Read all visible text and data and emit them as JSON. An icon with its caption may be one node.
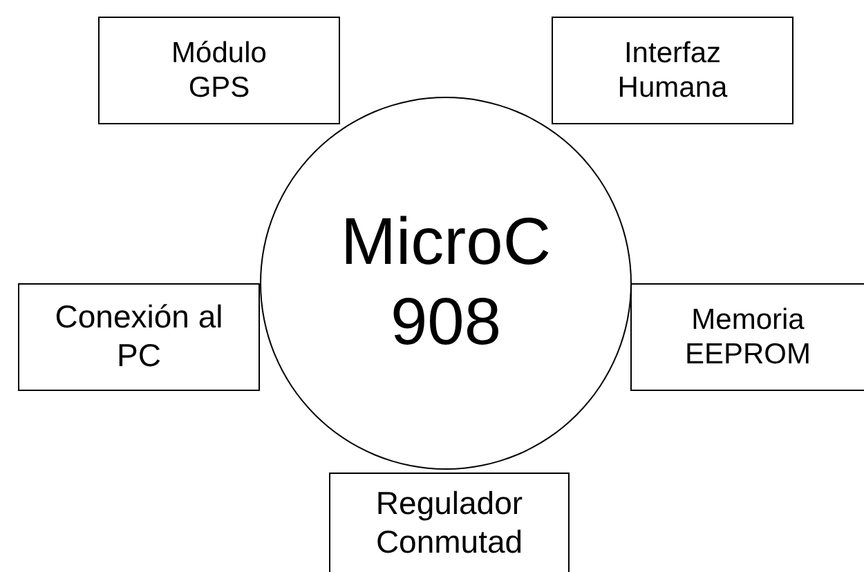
{
  "diagram": {
    "nodes": [
      {
        "text": [
          "Módulo GPS"
        ]
      },
      {
        "text": [
          "Interfaz Humana"
        ]
      },
      {
        "text": [
          "MicroC 908"
        ]
      },
      {
        "text": [
          "Conexión al PC"
        ]
      },
      {
        "text": [
          "Memoria EEPROM"
        ]
      },
      {
        "text": [
          "Regulador Conmutad"
        ]
      }
    ]
  }
}
